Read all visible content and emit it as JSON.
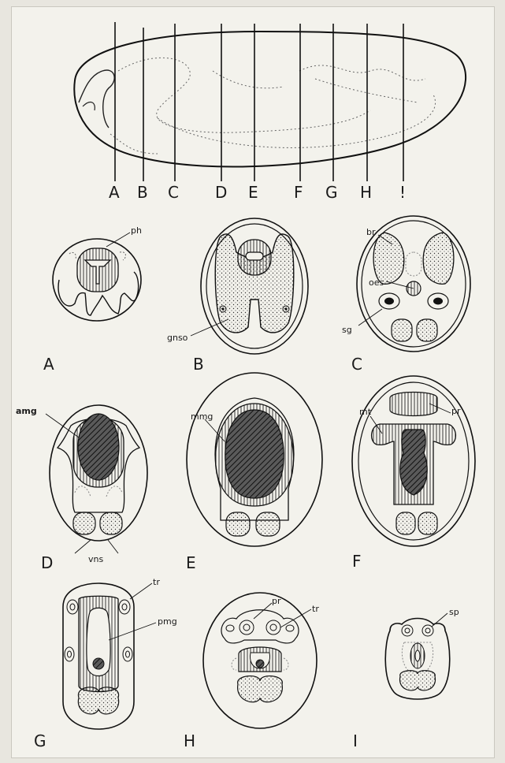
{
  "section_lines": [
    "A",
    "B",
    "C",
    "D",
    "E",
    "F",
    "G",
    "H",
    "!"
  ],
  "panel_letters": [
    "A",
    "B",
    "C",
    "D",
    "E",
    "F",
    "G",
    "H",
    "I"
  ],
  "annotations": {
    "ph": "ph",
    "br": "br",
    "oes": "oes",
    "gnso": "gnso",
    "sg": "sg",
    "amg": "amg",
    "mmg": "mmg",
    "mt": "mt",
    "pr_f": "pr",
    "vns": "vns",
    "tr_g": "tr",
    "pmg": "pmg",
    "pr_h": "pr",
    "tr_h": "tr",
    "sp": "sp"
  }
}
